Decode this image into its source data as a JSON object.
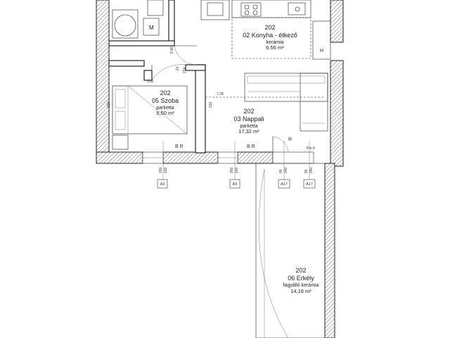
{
  "rooms": {
    "kitchen": {
      "number": "202",
      "name": "02 Konyha - étkező",
      "floor": "kerámia",
      "area": "6,56 m²"
    },
    "bedroom": {
      "number": "202",
      "name": "05 Szoba",
      "floor": "parketta",
      "area": "9,50 m²"
    },
    "living": {
      "number": "202",
      "name": "03 Nappali",
      "floor": "parketta",
      "area": "17,32 m²"
    },
    "balcony": {
      "number": "202",
      "name": "06 Erkély",
      "floor": "fagyálló kerámia",
      "area": "14,16 m²"
    }
  },
  "fixtures": {
    "m_label": "M",
    "h_label": "H"
  },
  "dimensions": {
    "d686": "6.86",
    "d91": "91",
    "d214": "214",
    "d210a": "210",
    "d728": "7.28",
    "d210b": "210",
    "d210c": "210",
    "pm0": "Pm 0",
    "w150a": "150",
    "w150b": "150",
    "w150c": "150",
    "w150d": "150",
    "w90a": "90",
    "w240a": "240",
    "w90b": "90",
    "w240b": "240"
  },
  "marks": {
    "br1": "B R",
    "br2": "B R",
    "r_door": "R"
  },
  "window_tags": [
    "A3",
    "A3",
    "A17",
    "A17"
  ]
}
